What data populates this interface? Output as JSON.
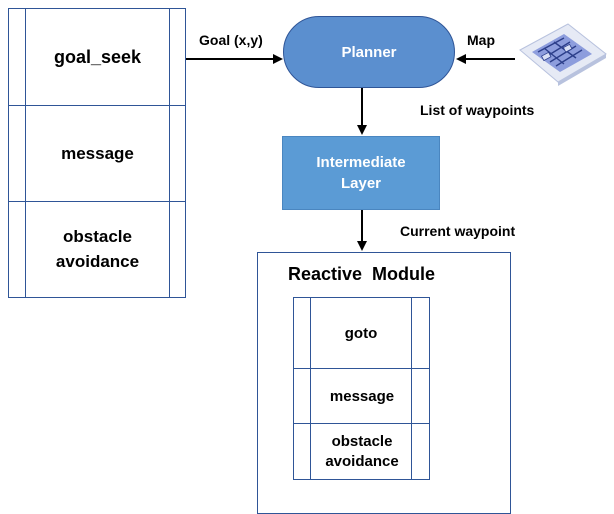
{
  "left_stack": {
    "items": [
      {
        "label": "goal_seek"
      },
      {
        "label": "message"
      },
      {
        "label": "obstacle\navoidance"
      }
    ]
  },
  "labels": {
    "goal_xy": "Goal (x,y)",
    "map": "Map",
    "list_of_waypoints": "List of waypoints",
    "current_waypoint": "Current waypoint"
  },
  "nodes": {
    "planner": "Planner",
    "intermediate_layer": "Intermediate\nLayer",
    "reactive_module": "Reactive  Module"
  },
  "reactive_stack": {
    "items": [
      {
        "label": "goto"
      },
      {
        "label": "message"
      },
      {
        "label": "obstacle\navoidance"
      }
    ]
  },
  "colors": {
    "stroke": "#2f5597",
    "planner_fill": "#5b8fcf",
    "intermediate_fill": "#5b9bd5"
  }
}
